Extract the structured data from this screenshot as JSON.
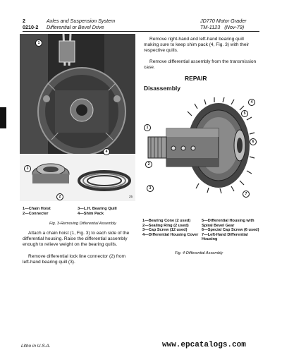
{
  "header": {
    "page_number": "2",
    "section_code": "0210-2",
    "section_title": "Axles and Suspension System",
    "subsection_title": "Differential or Bevel Drive",
    "machine": "JD770 Motor Grader",
    "manual": "TM-1123",
    "date": "(Nov-79)"
  },
  "left": {
    "photo_code": "25",
    "legend": [
      {
        "n": "1",
        "text": "Chain Hoist"
      },
      {
        "n": "2",
        "text": "Connecter"
      },
      {
        "n": "3",
        "text": "L.H. Bearing Quill"
      },
      {
        "n": "4",
        "text": "Shim Pack"
      }
    ],
    "fig_caption": "Fig. 3-Removing Differential Assembly",
    "para1": "Attach a chain hoist (1, Fig. 3) to each side of the differential housing. Raise the differential assembly enough to relieve weight on the bearing quills.",
    "para2": "Remove differential lock line connector (2) from left-hand bearing quill (3)."
  },
  "right": {
    "para1": "Remove right-hand and left-hand bearing quill making sure to keep shim pack (4, Fig. 3) with their respective quills.",
    "para2": "Remove differential assembly from the transmission case.",
    "section_heading": "REPAIR",
    "subheading": "Disassembly",
    "photo_code": "",
    "legend_left": [
      {
        "n": "1",
        "text": "Bearing Cone (2 used)"
      },
      {
        "n": "2",
        "text": "Sealing Ring (2 used)"
      },
      {
        "n": "3",
        "text": "Cap Screw (12 used)"
      },
      {
        "n": "4",
        "text": "Differential Housing Cover"
      }
    ],
    "legend_right": [
      {
        "n": "5",
        "text": "Differential Housing with Spiral Bevel Gear"
      },
      {
        "n": "6",
        "text": "Special Cap Screw (6 used)"
      },
      {
        "n": "7",
        "text": "Left-Hand Differential Housing"
      }
    ],
    "fig_caption": "Fig. 4-Differential Assembly"
  },
  "footer": {
    "litho": "Litho in U.S.A.",
    "website": "www.epcatalogs.com"
  }
}
